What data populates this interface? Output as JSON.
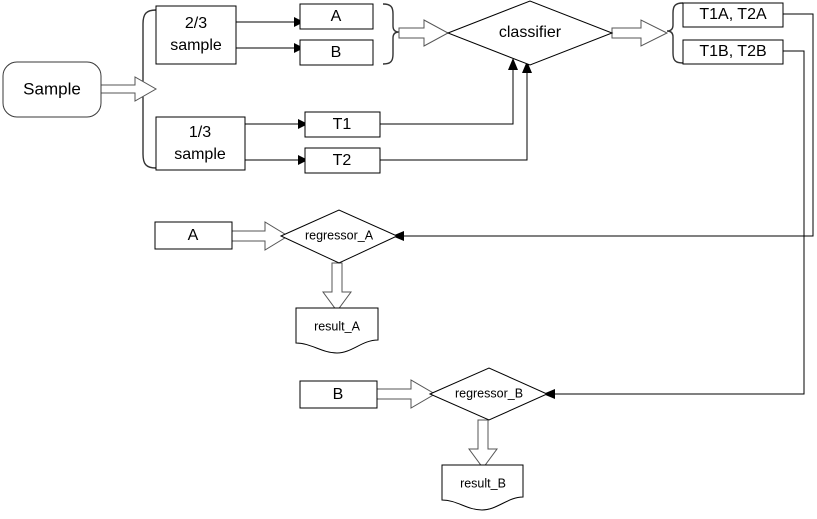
{
  "diagram": {
    "title": "Machine learning pipeline flowchart",
    "background_color": "#ffffff",
    "line_color": "#000000",
    "nodes": {
      "sample": {
        "label": "Sample",
        "shape": "rounded-rectangle"
      },
      "split_two_thirds": {
        "label": "2/3\nsample",
        "line1": "2/3",
        "line2": "sample",
        "shape": "rectangle"
      },
      "split_one_third": {
        "label": "1/3\nsample",
        "line1": "1/3",
        "line2": "sample",
        "shape": "rectangle"
      },
      "box_a_top": {
        "label": "A",
        "shape": "rectangle"
      },
      "box_b_top": {
        "label": "B",
        "shape": "rectangle"
      },
      "box_t1": {
        "label": "T1",
        "shape": "rectangle"
      },
      "box_t2": {
        "label": "T2",
        "shape": "rectangle"
      },
      "classifier": {
        "label": "classifier",
        "shape": "diamond"
      },
      "box_t1a_t2a": {
        "label": "T1A, T2A",
        "shape": "rectangle"
      },
      "box_t1b_t2b": {
        "label": "T1B, T2B",
        "shape": "rectangle"
      },
      "box_a_mid": {
        "label": "A",
        "shape": "rectangle"
      },
      "regressor_a": {
        "label": "regressor_A",
        "shape": "diamond"
      },
      "result_a": {
        "label": "result_A",
        "shape": "document"
      },
      "box_b_bottom": {
        "label": "B",
        "shape": "rectangle"
      },
      "regressor_b": {
        "label": "regressor_B",
        "shape": "diamond"
      },
      "result_b": {
        "label": "result_B",
        "shape": "document"
      }
    },
    "edges": [
      {
        "from": "sample",
        "to": "split-brace",
        "style": "block-arrow"
      },
      {
        "from": "split_two_thirds",
        "to": "box_a_top",
        "style": "line-arrow"
      },
      {
        "from": "split_two_thirds",
        "to": "box_b_top",
        "style": "line-arrow"
      },
      {
        "from": "split_one_third",
        "to": "box_t1",
        "style": "line-arrow"
      },
      {
        "from": "split_one_third",
        "to": "box_t2",
        "style": "line-arrow"
      },
      {
        "from": "ab-brace",
        "to": "classifier",
        "style": "block-arrow"
      },
      {
        "from": "box_t1",
        "to": "classifier",
        "style": "line-arrow"
      },
      {
        "from": "box_t2",
        "to": "classifier",
        "style": "line-arrow"
      },
      {
        "from": "classifier",
        "to": "out-brace",
        "style": "block-arrow"
      },
      {
        "from": "box_a_mid",
        "to": "regressor_a",
        "style": "block-arrow"
      },
      {
        "from": "box_t1a_t2a",
        "to": "regressor_a",
        "style": "line-arrow"
      },
      {
        "from": "regressor_a",
        "to": "result_a",
        "style": "block-arrow"
      },
      {
        "from": "box_b_bottom",
        "to": "regressor_b",
        "style": "block-arrow"
      },
      {
        "from": "box_t1b_t2b",
        "to": "regressor_b",
        "style": "line-arrow"
      },
      {
        "from": "regressor_b",
        "to": "result_b",
        "style": "block-arrow"
      }
    ]
  }
}
